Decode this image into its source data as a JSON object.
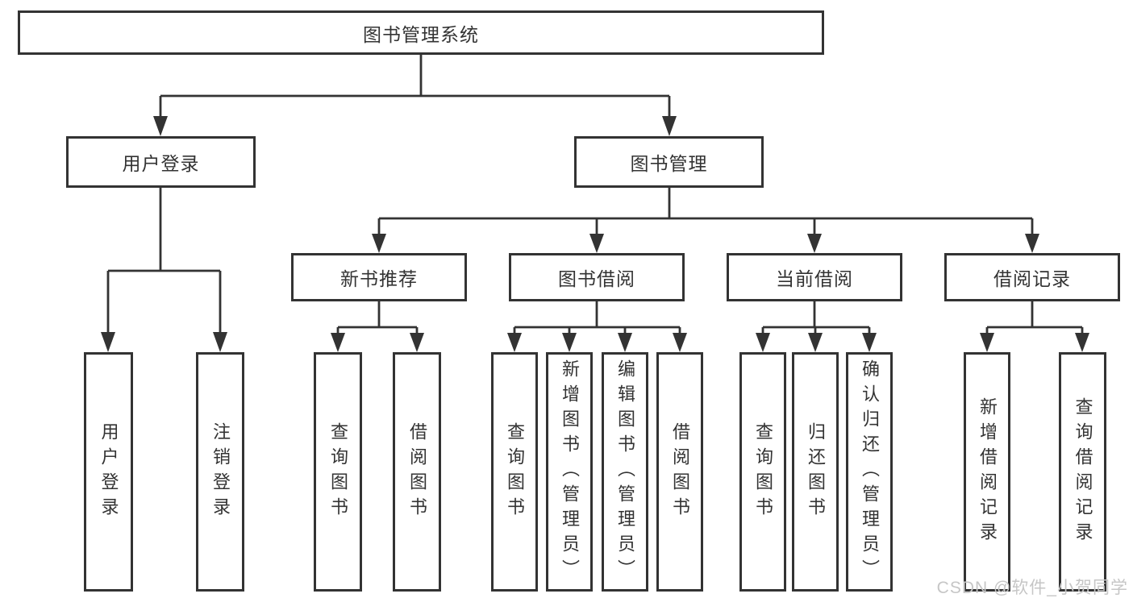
{
  "diagram": {
    "root": {
      "label": "图书管理系统"
    },
    "level2": [
      {
        "label": "用户登录"
      },
      {
        "label": "图书管理"
      }
    ],
    "level3": [
      {
        "label": "新书推荐"
      },
      {
        "label": "图书借阅"
      },
      {
        "label": "当前借阅"
      },
      {
        "label": "借阅记录"
      }
    ],
    "leaves": {
      "user_login": [
        "用户登录",
        "注销登录"
      ],
      "new_book_recommend": [
        "查询图书",
        "借阅图书"
      ],
      "book_borrow": [
        "查询图书",
        "新增图书（管理员）",
        "编辑图书（管理员）",
        "借阅图书"
      ],
      "current_borrow": [
        "查询图书",
        "归还图书",
        "确认归还（管理员）"
      ],
      "borrow_records": [
        "新增借阅记录",
        "查询借阅记录"
      ]
    }
  },
  "watermark": {
    "text": "CSDN @软件_小贺同学"
  },
  "colors": {
    "line": "#333333",
    "box_border": "#333333",
    "box_fill": "#ffffff",
    "text": "#333333",
    "watermark": "#c6c6c6",
    "background": "#ffffff"
  }
}
